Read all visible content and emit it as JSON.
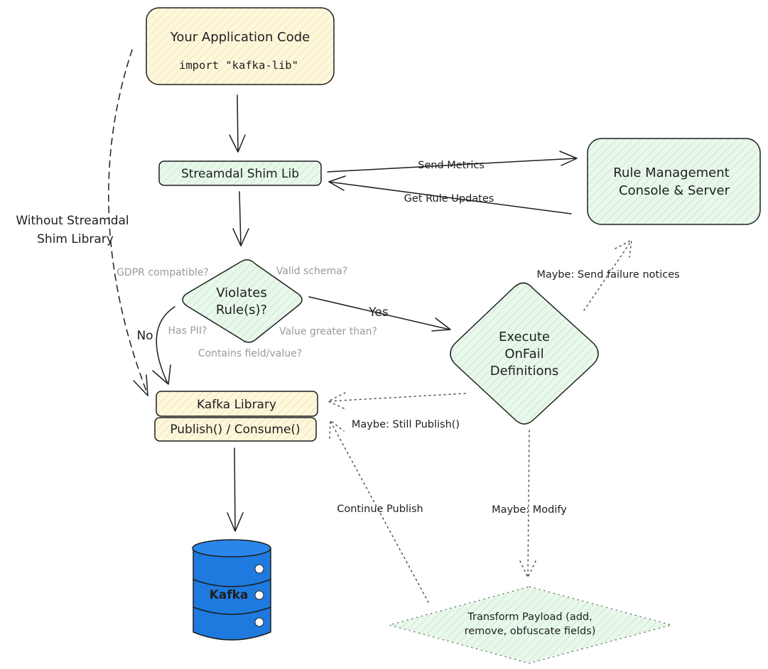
{
  "nodes": {
    "app_code": {
      "title": "Your Application Code",
      "code": "import \"kafka-lib\""
    },
    "shim_lib": {
      "label": "Streamdal Shim Lib"
    },
    "rule_server": {
      "line1": "Rule Management",
      "line2": "Console & Server"
    },
    "violates": {
      "line1": "Violates",
      "line2": "Rule(s)?"
    },
    "execute": {
      "line1": "Execute",
      "line2": "OnFail",
      "line3": "Definitions"
    },
    "kafka_lib": {
      "title": "Kafka Library",
      "methods": "Publish() / Consume()"
    },
    "kafka_db": {
      "label": "Kafka"
    },
    "transform": {
      "line1": "Transform Payload (add,",
      "line2": "remove, obfuscate fields)"
    }
  },
  "edges": {
    "send_metrics": "Send Metrics",
    "get_rule_updates": "Get Rule Updates",
    "yes": "Yes",
    "no": "No",
    "without_shim_line1": "Without Streamdal",
    "without_shim_line2": "Shim Library",
    "send_failure_notices": "Maybe: Send failure notices",
    "still_publish": "Maybe: Still Publish()",
    "modify": "Maybe: Modify",
    "continue_publish": "Continue Publish"
  },
  "rule_hints": {
    "gdpr": "GDPR compatible?",
    "valid_schema": "Valid schema?",
    "has_pii": "Has PII?",
    "value_greater": "Value greater than?",
    "contains_field": "Contains field/value?"
  },
  "colors": {
    "yellow_fill": "#fdf6dc",
    "green_fill": "#e3f6e6",
    "kafka_blue": "#1f7ae0",
    "stroke": "#1e1e1e"
  }
}
